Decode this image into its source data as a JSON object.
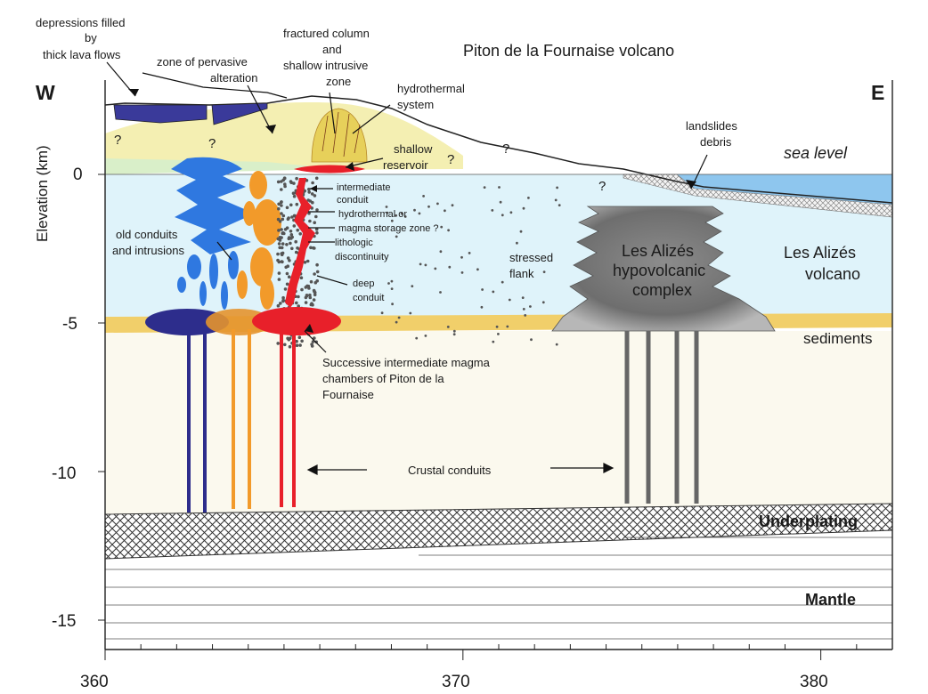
{
  "title": "Piton de la Fournaise volcano",
  "side_left": "W",
  "side_right": "E",
  "y_axis": {
    "label": "Elevation (km)",
    "ticks": [
      {
        "value": 0,
        "label": "0"
      },
      {
        "value": -5,
        "label": "-5"
      },
      {
        "value": -10,
        "label": "-10"
      },
      {
        "value": -15,
        "label": "-15"
      }
    ],
    "range": [
      3,
      -17.5
    ]
  },
  "x_axis": {
    "ticks": [
      {
        "value": 360,
        "label": "360"
      },
      {
        "value": 370,
        "label": "370"
      },
      {
        "value": 380,
        "label": "380"
      }
    ],
    "range": [
      360,
      382
    ]
  },
  "labels": {
    "depressions": [
      "depressions filled",
      "by",
      "thick lava flows"
    ],
    "alteration": [
      "zone of pervasive",
      "alteration"
    ],
    "fractured": [
      "fractured column",
      "and",
      "shallow intrusive",
      "zone"
    ],
    "hydrothermal": [
      "hydrothermal",
      "system"
    ],
    "shallow_reservoir": [
      "shallow",
      "reservoir"
    ],
    "landslides": [
      "landslides",
      "debris"
    ],
    "sea_level": "sea level",
    "intermediate_conduit": [
      "intermediate",
      "conduit"
    ],
    "storage_zone": [
      "hydrothermal or",
      "magma storage zone ?"
    ],
    "lithologic": [
      "lithologic",
      "discontinuity"
    ],
    "deep_conduit": [
      "deep",
      "conduit"
    ],
    "old_conduits": [
      "old conduits",
      "and intrusions"
    ],
    "stressed_flank": [
      "stressed",
      "flank"
    ],
    "alizes_complex": [
      "Les Alizés",
      "hypovolcanic",
      "complex"
    ],
    "alizes_volcano": [
      "Les Alizés",
      "volcano"
    ],
    "sediments": "sediments",
    "chambers": [
      "Successive intermediate magma",
      "chambers of Piton de la",
      "Fournaise"
    ],
    "crustal_conduits": "Crustal conduits",
    "underplating": "Underplating",
    "mantle": "Mantle",
    "question_mark": "?"
  },
  "colors": {
    "sea": "#8ec6ee",
    "upper_crust": "#dff3fa",
    "lower_crust": "#fbf9ee",
    "sediments": "#f1cf6a",
    "alteration": "#f4efb2",
    "lava_fill": "#3a3a9a",
    "old_conduit_blue": "#2f78e0",
    "intrusion_orange": "#f29a2a",
    "magma_red": "#e8202a",
    "alizes_gray": "#7a7a7a",
    "chamber_navy": "#2d2d8c",
    "underplating": "#9a9a9a"
  }
}
